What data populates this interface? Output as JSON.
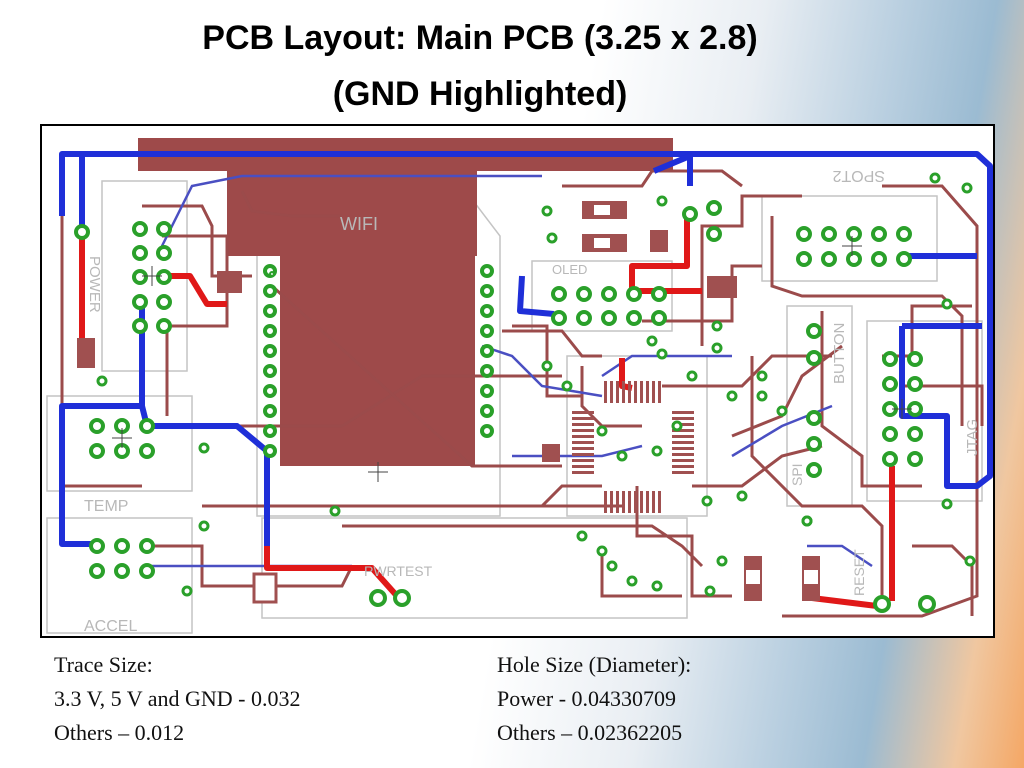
{
  "slide": {
    "title_line1": "PCB Layout: Main PCB (3.25 x 2.8)",
    "title_line2": "(GND Highlighted)"
  },
  "board_labels": {
    "wifi": "WIFI",
    "power": "POWER",
    "oled": "OLED",
    "spot2": "SPOT2",
    "button": "BUTTON",
    "jtag": "JTAG",
    "temp": "TEMP",
    "accel": "ACCEL",
    "pwrtest": "PWRTEST",
    "reset": "RESET",
    "spi": "SPI"
  },
  "notes": {
    "trace_heading": "Trace Size:",
    "trace_line1": "3.3 V, 5 V and GND - 0.032",
    "trace_line2": "Others – 0.012",
    "hole_heading": "Hole Size (Diameter):",
    "hole_line1": "Power - 0.04330709",
    "hole_line2": "Others – 0.02362205"
  },
  "colors": {
    "ground_trace": "#1f2fd8",
    "power_trace": "#e01818",
    "signal_trace": "#9b4b4b",
    "copper_pour": "#9e4a4a",
    "pad_ring": "#2aa02a"
  }
}
